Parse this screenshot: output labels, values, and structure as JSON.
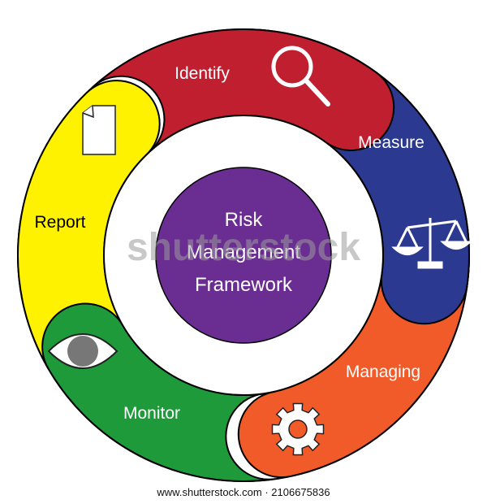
{
  "center": {
    "lines": [
      "Risk",
      "Management",
      "Framework"
    ],
    "color": "#6a2d91"
  },
  "segments": [
    {
      "key": "identify",
      "label": "Identify",
      "color": "#c01f2f",
      "text_color": "#ffffff",
      "icon": "magnifier-icon"
    },
    {
      "key": "measure",
      "label": "Measure",
      "color": "#2b3990",
      "text_color": "#ffffff",
      "icon": "scales-icon"
    },
    {
      "key": "managing",
      "label": "Managing",
      "color": "#f15a29",
      "text_color": "#ffffff",
      "icon": "gear-icon"
    },
    {
      "key": "monitor",
      "label": "Monitor",
      "color": "#1f9a3a",
      "text_color": "#ffffff",
      "icon": "eye-icon"
    },
    {
      "key": "report",
      "label": "Report",
      "color": "#fff200",
      "text_color": "#000000",
      "icon": "document-icon"
    }
  ],
  "watermark": "shutterstock",
  "footer": "www.shutterstock.com · 2106675836"
}
